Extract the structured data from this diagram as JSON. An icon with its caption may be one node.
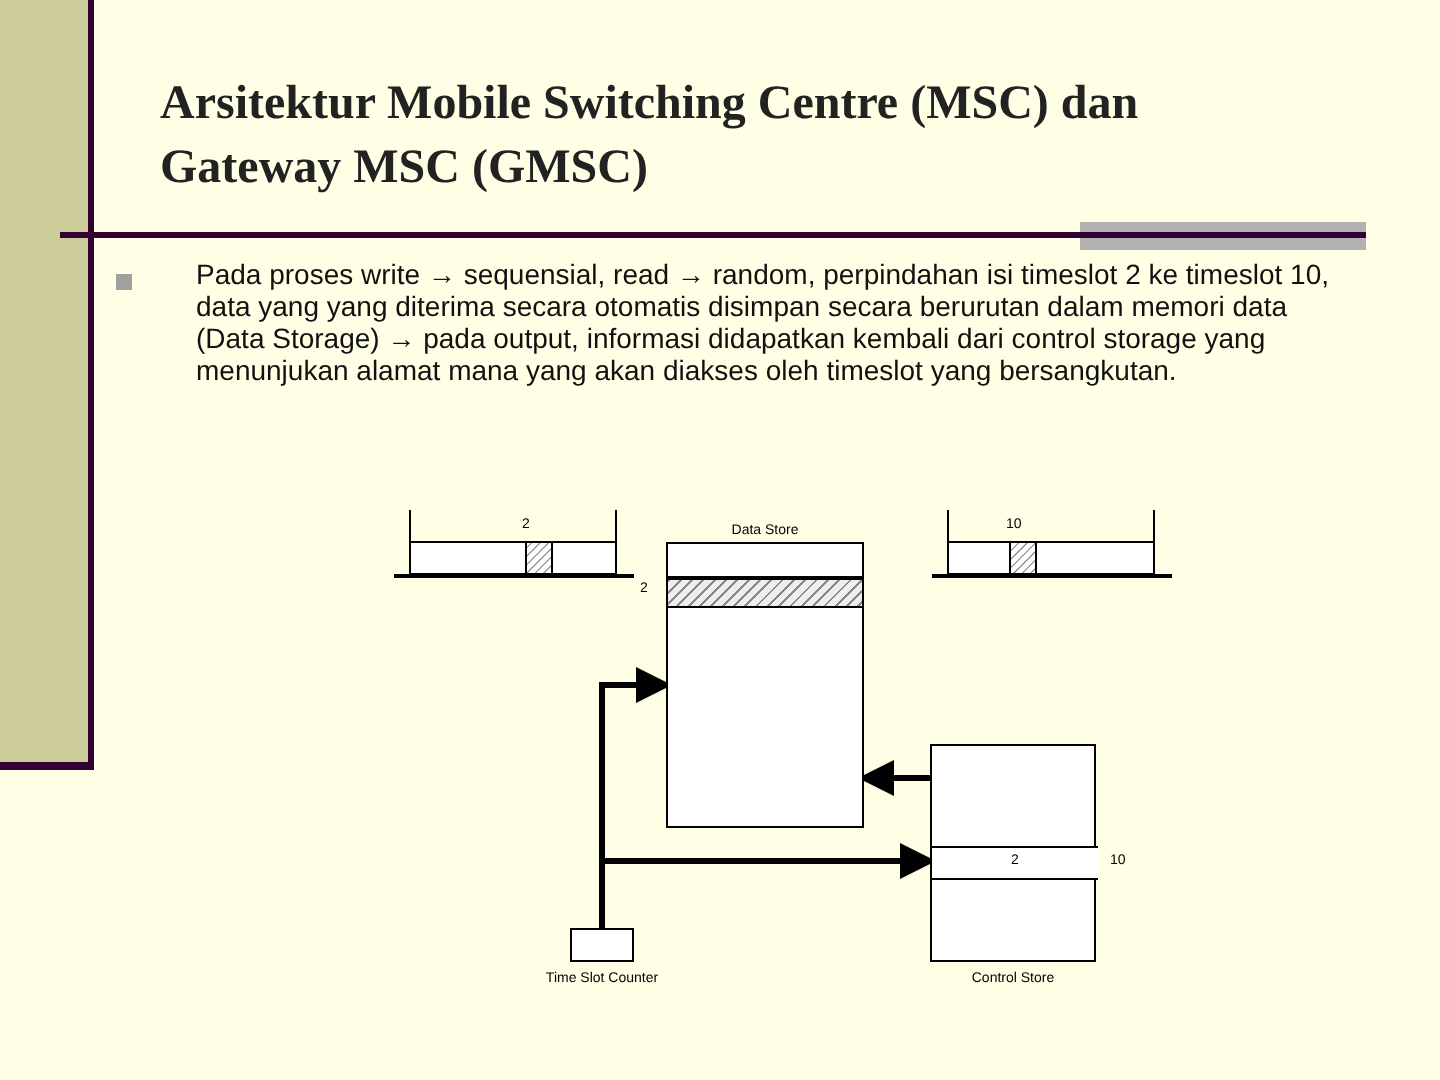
{
  "diagram": {
    "title": "Arsitektur Mobile Switching Centre (MSC) dan Gateway MSC (GMSC)",
    "nodes": [
      {
        "text": [
          "Data Store"
        ]
      },
      {
        "text": [
          "Control Store"
        ]
      },
      {
        "text": [
          "2"
        ],
        "in": 1,
        "beside": [
          "10"
        ]
      },
      {
        "text": [
          "Time Slot Counter"
        ]
      }
    ],
    "edges": [
      {
        "from": 3,
        "to": 0,
        "arrow": "to"
      },
      {
        "from": 3,
        "to": 2,
        "arrow": "to"
      },
      {
        "from": 1,
        "to": 0,
        "arrow": "to"
      }
    ],
    "labels": [
      "Pada proses write → sequensial, read → random, perpindahan isi timeslot 2 ke timeslot 10, data yang yang diterima secara otomatis disimpan secara berurutan dalam memori data (Data Storage) → pada output, informasi didapatkan kembali dari control storage yang menunjukan alamat mana yang akan diakses oleh timeslot yang bersangkutan.",
      "2",
      "10",
      "2"
    ]
  }
}
